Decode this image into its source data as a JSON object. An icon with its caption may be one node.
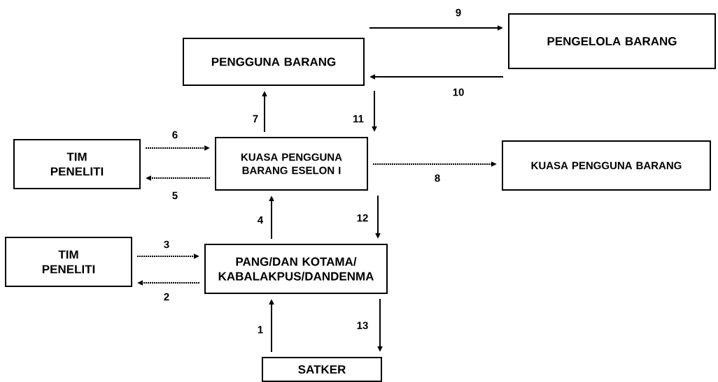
{
  "diagram": {
    "nodes": [
      {
        "text": [
          "PENGGUNA BARANG"
        ]
      },
      {
        "text": [
          "PENGELOLA BARANG"
        ]
      },
      {
        "text": [
          "TIM PENELITI"
        ]
      },
      {
        "text": [
          "KUASA PENGGUNA BARANG ESELON I"
        ]
      },
      {
        "text": [
          "KUASA PENGGUNA BARANG"
        ]
      },
      {
        "text": [
          "TIM PENELITI"
        ]
      },
      {
        "text": [
          "PANG/DAN KOTAMA/ KABALAKPUS/DANDENMA"
        ]
      },
      {
        "text": [
          "SATKER"
        ]
      }
    ],
    "edges": [
      {
        "from": 7,
        "to": 6,
        "arrow": "to",
        "label": "1"
      },
      {
        "from": 6,
        "to": 5,
        "arrow": "to",
        "label": "2",
        "style": "dashed"
      },
      {
        "from": 5,
        "to": 6,
        "arrow": "to",
        "label": "3",
        "style": "dashed"
      },
      {
        "from": 6,
        "to": 3,
        "arrow": "to",
        "label": "4"
      },
      {
        "from": 3,
        "to": 2,
        "arrow": "to",
        "label": "5",
        "style": "dashed"
      },
      {
        "from": 2,
        "to": 3,
        "arrow": "to",
        "label": "6",
        "style": "dashed"
      },
      {
        "from": 3,
        "to": 0,
        "arrow": "to",
        "label": "7"
      },
      {
        "from": 3,
        "to": 4,
        "arrow": "to",
        "label": "8",
        "style": "dashed"
      },
      {
        "from": 0,
        "to": 1,
        "arrow": "to",
        "label": "9"
      },
      {
        "from": 1,
        "to": 0,
        "arrow": "to",
        "label": "10"
      },
      {
        "from": 0,
        "to": 3,
        "arrow": "to",
        "label": "11"
      },
      {
        "from": 3,
        "to": 6,
        "arrow": "to",
        "label": "12"
      },
      {
        "from": 6,
        "to": 7,
        "arrow": "to",
        "label": "13"
      }
    ]
  }
}
